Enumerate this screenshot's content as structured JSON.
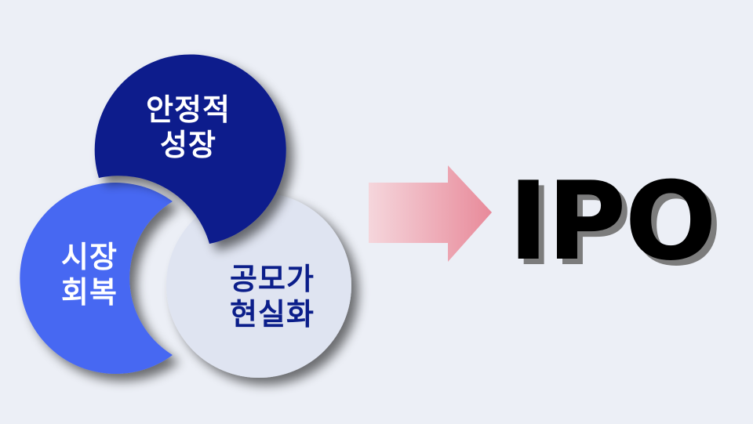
{
  "diagram": {
    "nodes": [
      {
        "id": "top",
        "line1": "안정적",
        "line2": "성장",
        "color": "#0a1a8c"
      },
      {
        "id": "left",
        "line1": "시장",
        "line2": "회복",
        "color": "#4767f2"
      },
      {
        "id": "right",
        "line1": "공모가",
        "line2": "현실화",
        "color": "#dfe4f1"
      }
    ],
    "arrow": {
      "color_start": "#f5d6dc",
      "color_end": "#e88a9a"
    },
    "result": {
      "text": "IPO",
      "color": "#000000",
      "shadow_color": "#7c7c7c"
    }
  }
}
